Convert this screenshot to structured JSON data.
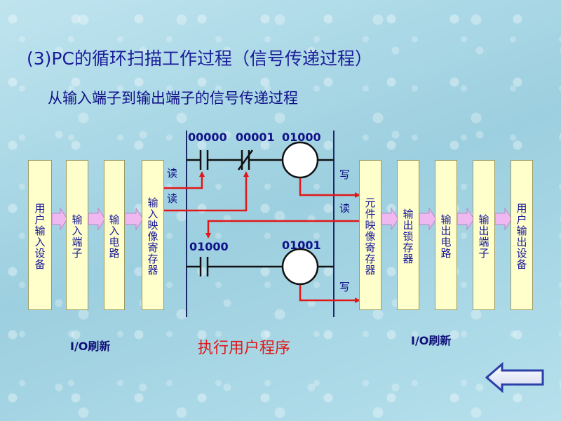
{
  "title": "(3)PC的循环扫描工作过程（信号传递过程）",
  "subtitle": "从输入端子到输出端子的信号传递过程",
  "boxes": {
    "user_input_device": "用户输入设备",
    "input_terminal": "输入端子",
    "input_circuit": "输入电路",
    "input_image_register": "输入映像寄存器",
    "element_image_register": "元件映像寄存器",
    "output_latch": "输出锁存器",
    "output_circuit": "输出电路",
    "output_terminal": "输出端子",
    "user_output_device": "用户输出设备"
  },
  "labels": {
    "read_1": "读",
    "read_2": "读",
    "read_3": "读",
    "write_1": "写",
    "write_2": "写"
  },
  "ladder": {
    "contact_1": "00000",
    "contact_2": "00001",
    "coil_1": "01000",
    "contact_3": "01000",
    "coil_2": "01001"
  },
  "footer": {
    "io_refresh_left": "I/O刷新",
    "io_refresh_right": "I/O刷新",
    "execute": "执行用户程序"
  },
  "colors": {
    "title": "#1b1b99",
    "signal": "#e01818",
    "box_fill": "#ffffcc",
    "arrow_fill": "#f0b8f0"
  },
  "icons": {
    "back": "left-arrow-icon"
  }
}
